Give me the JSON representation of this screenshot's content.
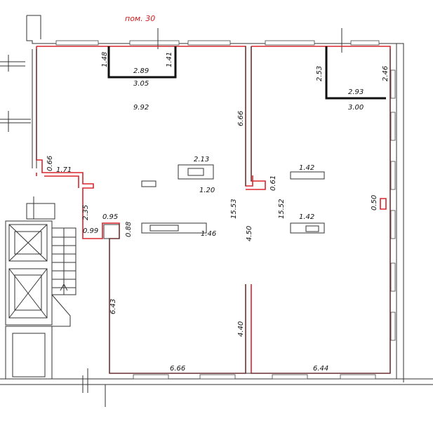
{
  "title": "пом. 30",
  "dimensions": {
    "d_1_48": "1.48",
    "d_1_41": "1.41",
    "d_2_89": "2.89",
    "d_3_05": "3.05",
    "d_9_92": "9.92",
    "d_2_53": "2.53",
    "d_2_46": "2.46",
    "d_2_93": "2.93",
    "d_3_00": "3.00",
    "d_6_66_v": "6.66",
    "d_0_66": "0.66",
    "d_1_71": "1.71",
    "d_2_13": "2.13",
    "d_1_20": "1.20",
    "d_0_61": "0.61",
    "d_1_42_a": "1.42",
    "d_0_50": "0.50",
    "d_2_35": "2.35",
    "d_0_95": "0.95",
    "d_0_99": "0.99",
    "d_0_88": "0.88",
    "d_1_46": "1.46",
    "d_15_53": "15.53",
    "d_4_50": "4.50",
    "d_15_52": "15.52",
    "d_1_42_b": "1.42",
    "d_6_43": "6.43",
    "d_4_40": "4.40",
    "d_6_66_h": "6.66",
    "d_6_44": "6.44"
  }
}
